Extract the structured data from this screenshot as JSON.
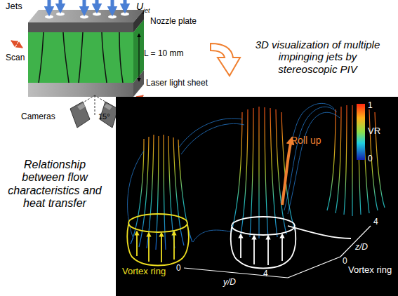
{
  "diagram": {
    "labels": [
      "Jets",
      "U",
      "jet",
      "Nozzle plate",
      "L = 10 mm",
      "Scan",
      "Laser light sheet",
      "Cameras",
      "15°",
      "3D visualization of multiple impinging jets by stereoscopic PIV",
      "Relationship between flow characteristics and heat transfer",
      "VR",
      "1",
      "0",
      "Roll up",
      "Vortex ring",
      "Vortex ring",
      "y/D",
      "0",
      "4",
      "z/D",
      "4",
      "0"
    ]
  }
}
